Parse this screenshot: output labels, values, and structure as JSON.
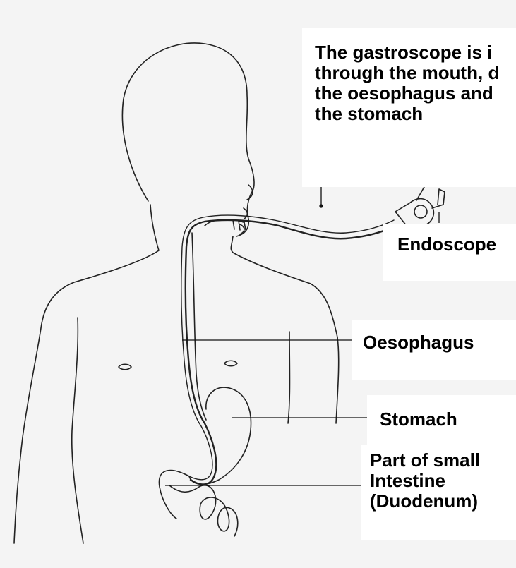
{
  "labels": {
    "intro": [
      "The gastroscope is i",
      "through the mouth, d",
      "the oesophagus and",
      "the stomach"
    ],
    "endoscope": "Endoscope",
    "oesophagus": "Oesophagus",
    "stomach": "Stomach",
    "intestine": [
      "Part of small",
      "Intestine",
      "(Duodenum)"
    ]
  }
}
